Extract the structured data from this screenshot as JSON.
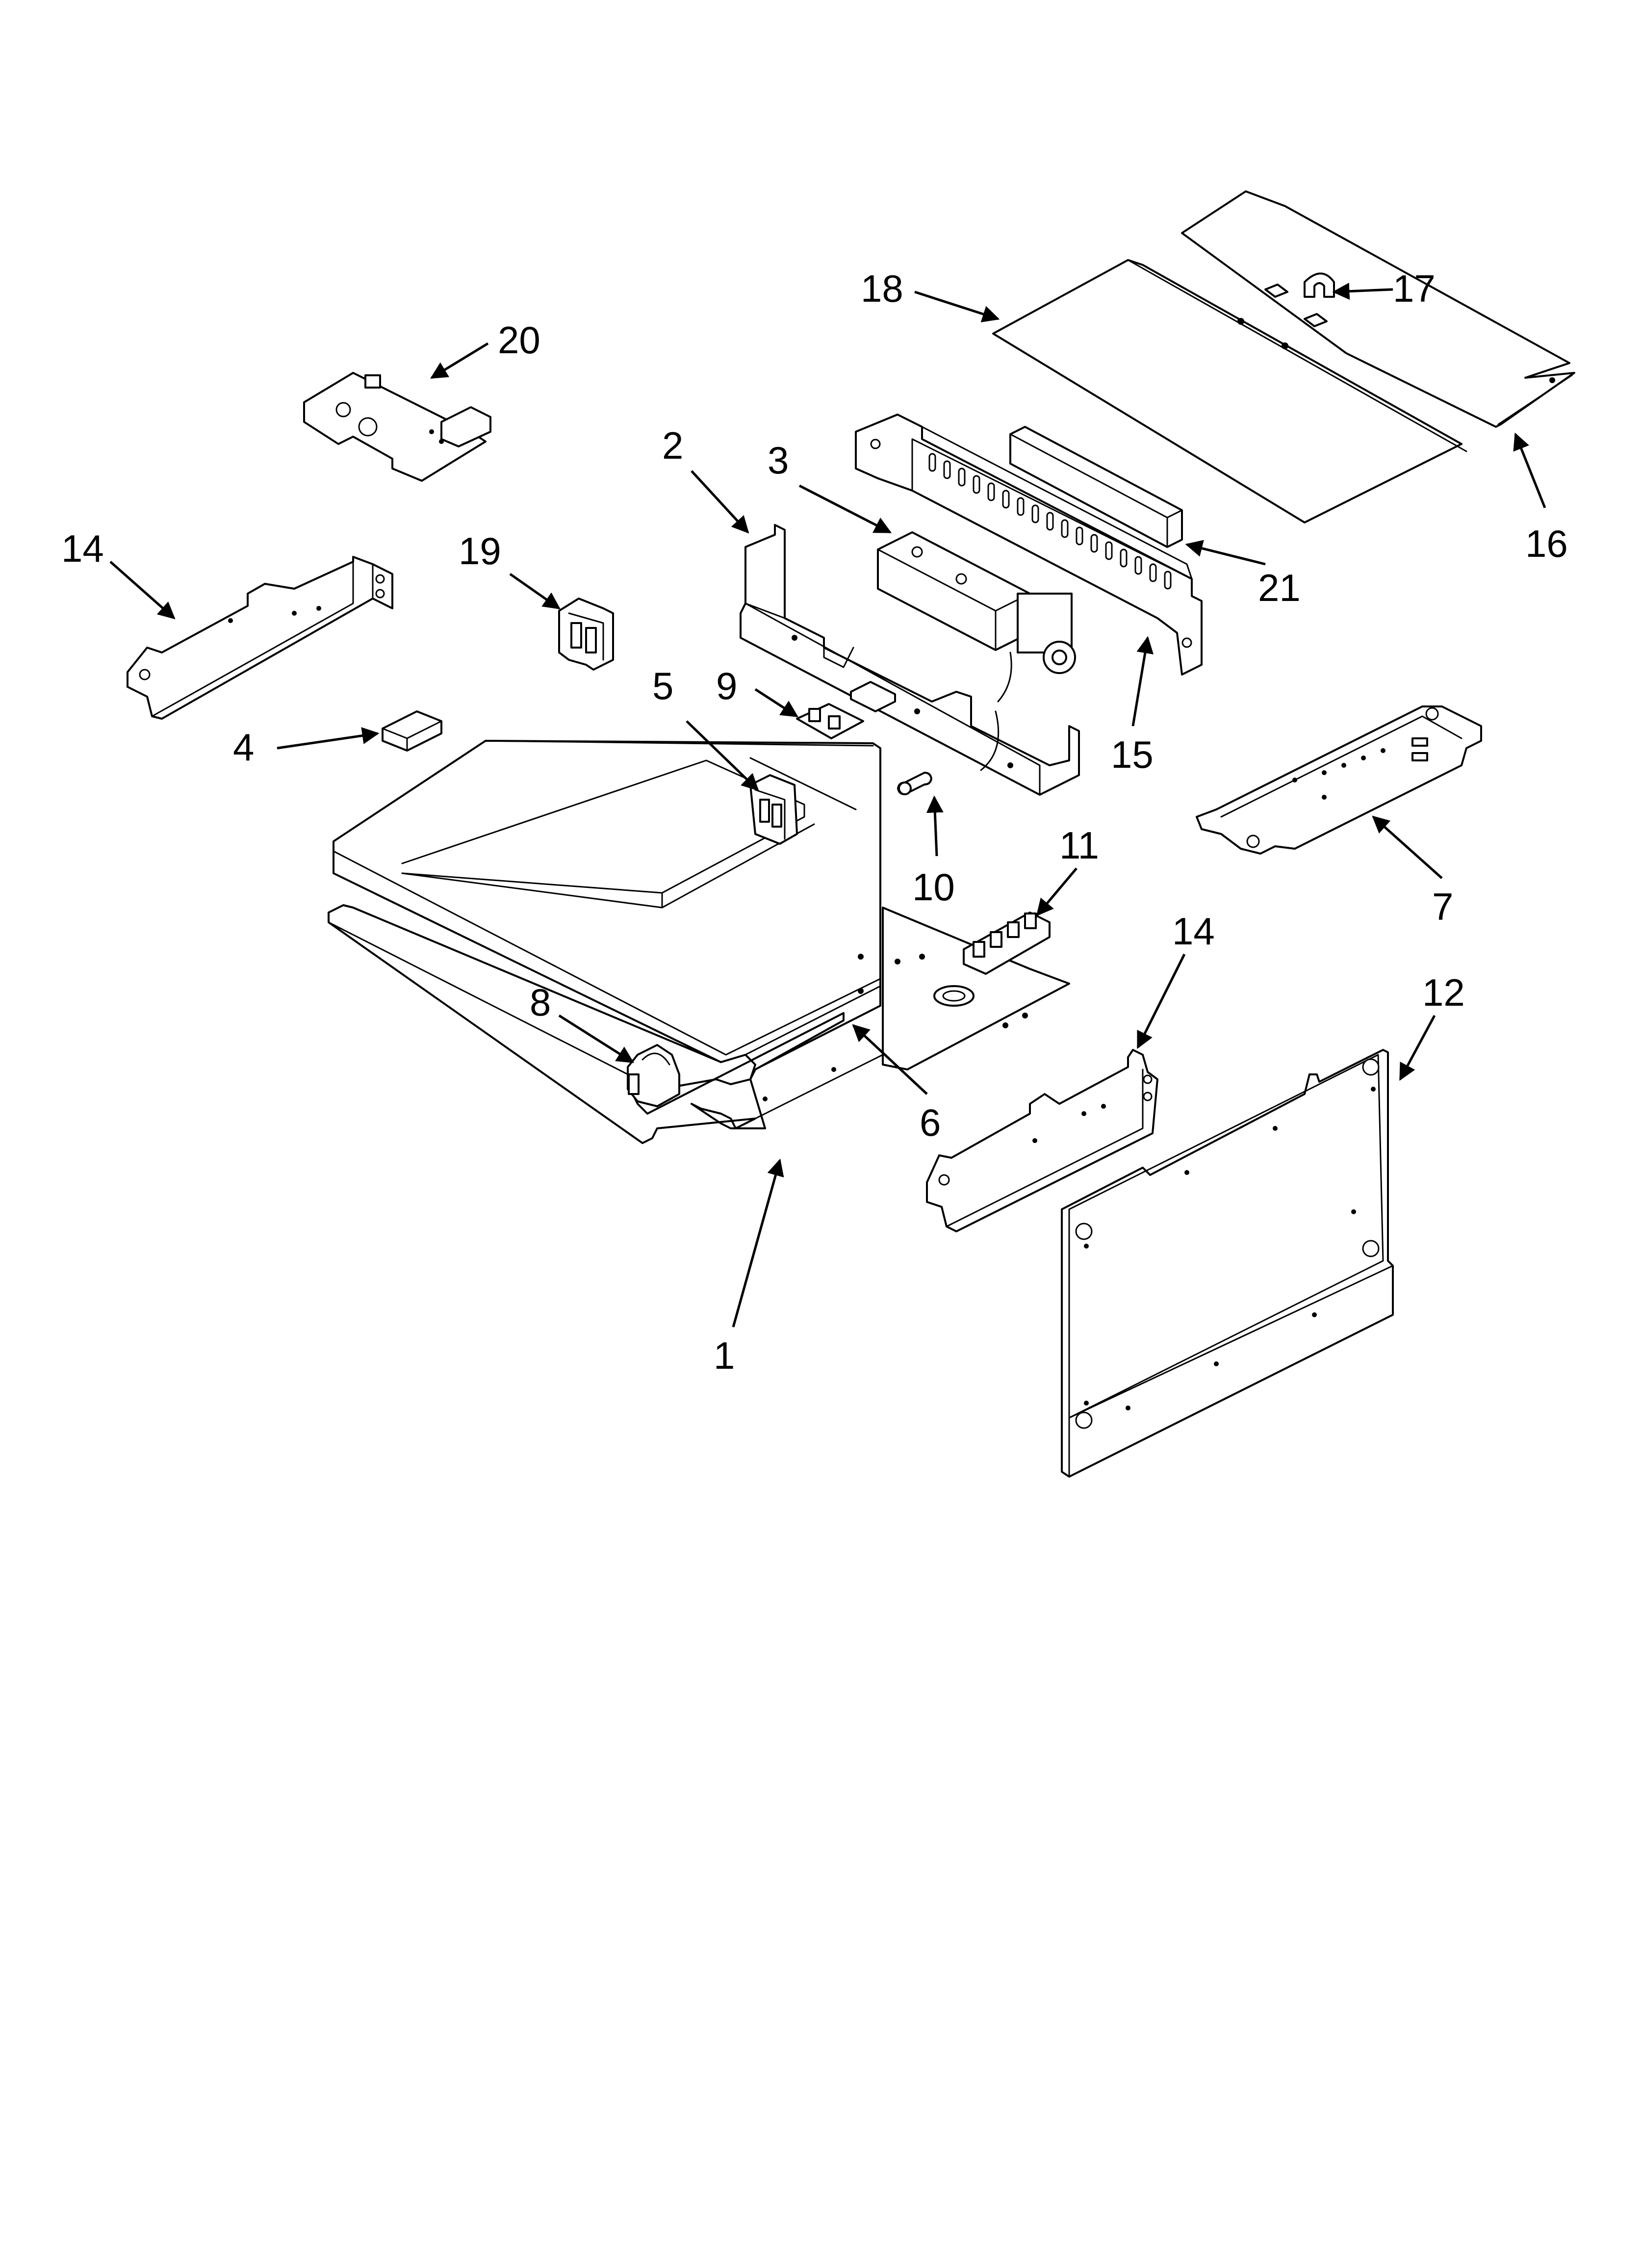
{
  "callouts": {
    "c1": "1",
    "c2": "2",
    "c3": "3",
    "c4": "4",
    "c5": "5",
    "c6": "6",
    "c7": "7",
    "c8": "8",
    "c9": "9",
    "c10": "10",
    "c11": "11",
    "c12": "12",
    "c14a": "14",
    "c14b": "14",
    "c15": "15",
    "c16": "16",
    "c17": "17",
    "c18": "18",
    "c19": "19",
    "c20": "20",
    "c21": "21"
  }
}
